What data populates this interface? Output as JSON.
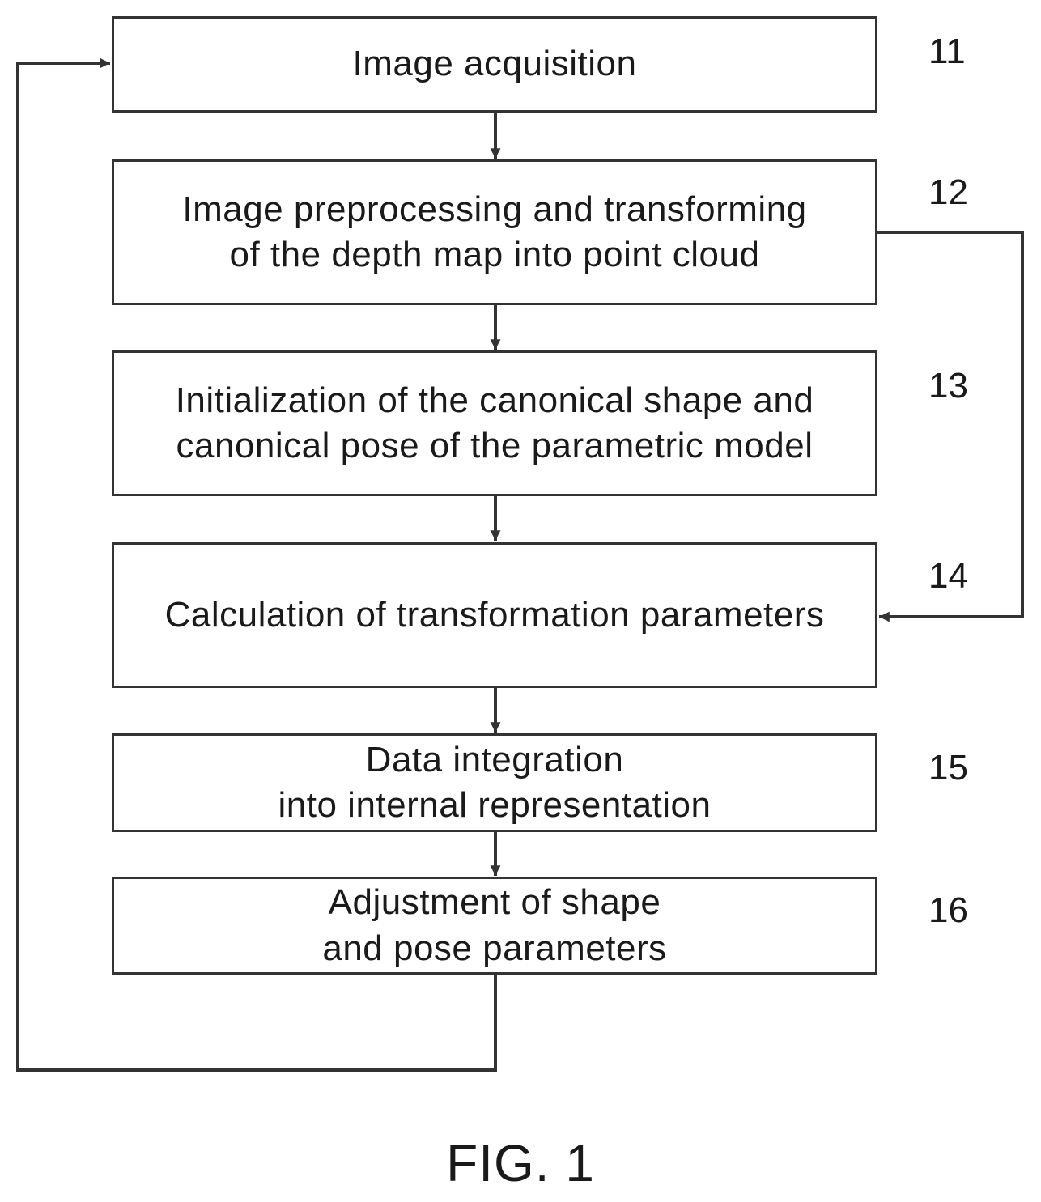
{
  "steps": [
    {
      "ref": "11",
      "lines": [
        "Image acquisition"
      ]
    },
    {
      "ref": "12",
      "lines": [
        "Image preprocessing and transforming",
        "of the depth map into point cloud"
      ]
    },
    {
      "ref": "13",
      "lines": [
        "Initialization of the canonical shape and",
        "canonical pose of the parametric model"
      ]
    },
    {
      "ref": "14",
      "lines": [
        "Calculation of transformation parameters"
      ]
    },
    {
      "ref": "15",
      "lines": [
        "Data integration",
        "into internal representation"
      ]
    },
    {
      "ref": "16",
      "lines": [
        "Adjustment of shape",
        "and pose parameters"
      ]
    }
  ],
  "caption": "FIG. 1",
  "colors": {
    "line": "#333333",
    "text": "#1a1a1a"
  }
}
